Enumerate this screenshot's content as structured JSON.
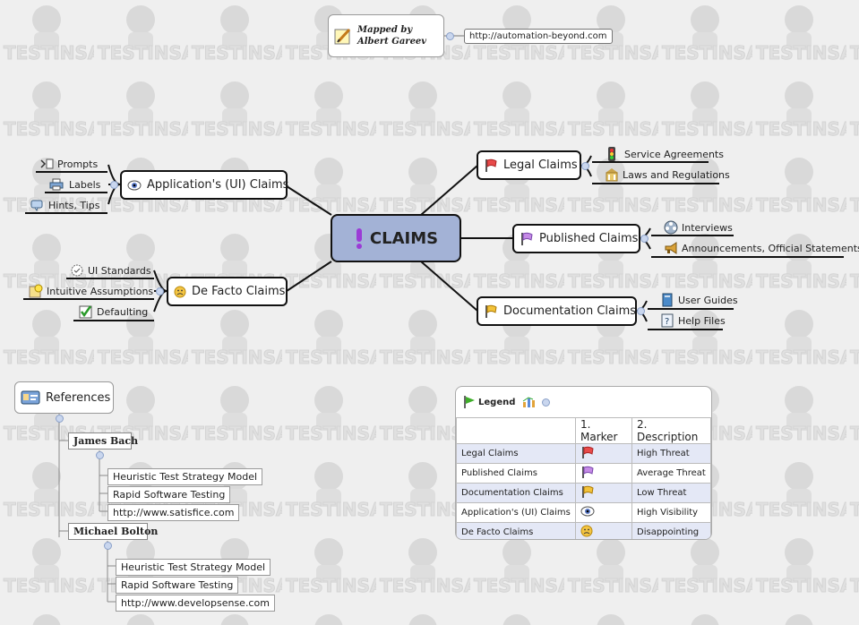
{
  "watermark": "TESTINSANE",
  "note": {
    "text": "Mapped by Albert Gareev",
    "link": "http://automation-beyond.com"
  },
  "central": {
    "label": "CLAIMS",
    "icon": "exclamation-icon"
  },
  "branches": {
    "legal": {
      "label": "Legal Claims",
      "icon": "red-flag-icon",
      "children": [
        {
          "label": "Service Agreements",
          "icon": "traffic-light-icon"
        },
        {
          "label": "Laws and Regulations",
          "icon": "building-icon"
        }
      ]
    },
    "published": {
      "label": "Published Claims",
      "icon": "purple-flag-icon",
      "children": [
        {
          "label": "Interviews",
          "icon": "film-reel-icon"
        },
        {
          "label": "Announcements, Official Statements",
          "icon": "megaphone-icon"
        }
      ]
    },
    "documentation": {
      "label": "Documentation Claims",
      "icon": "yellow-flag-icon",
      "children": [
        {
          "label": "User Guides",
          "icon": "book-icon"
        },
        {
          "label": "Help Files",
          "icon": "help-icon"
        }
      ]
    },
    "ui": {
      "label": "Application's (UI) Claims",
      "icon": "eye-icon",
      "children": [
        {
          "label": "Prompts",
          "icon": "prompt-icon"
        },
        {
          "label": "Labels",
          "icon": "printer-icon"
        },
        {
          "label": "Hints, Tips",
          "icon": "hint-icon"
        }
      ]
    },
    "defacto": {
      "label": "De Facto Claims",
      "icon": "sad-face-icon",
      "children": [
        {
          "label": "UI Standards",
          "icon": "stamp-icon"
        },
        {
          "label": "Intuitive Assumptions",
          "icon": "idea-icon"
        },
        {
          "label": "Defaulting",
          "icon": "checkmark-icon"
        }
      ]
    }
  },
  "references": {
    "title": "References",
    "people": [
      {
        "name": "James Bach",
        "items": [
          "Heuristic Test Strategy Model",
          "Rapid Software Testing",
          "http://www.satisfice.com"
        ]
      },
      {
        "name": "Michael Bolton",
        "items": [
          "Heuristic Test Strategy Model",
          "Rapid Software Testing",
          "http://www.developsense.com"
        ]
      }
    ]
  },
  "legend": {
    "title": "Legend",
    "col1": "1. Marker",
    "col2": "2. Description",
    "rows": [
      {
        "label": "Legal Claims",
        "marker": "red-flag-icon",
        "description": "High Threat"
      },
      {
        "label": "Published Claims",
        "marker": "purple-flag-icon",
        "description": "Average Threat"
      },
      {
        "label": "Documentation Claims",
        "marker": "yellow-flag-icon",
        "description": "Low Threat"
      },
      {
        "label": "Application's (UI) Claims",
        "marker": "eye-icon",
        "description": "High Visibility"
      },
      {
        "label": "De Facto Claims",
        "marker": "sad-face-icon",
        "description": "Disappointing"
      }
    ]
  },
  "colors": {
    "central_fill": "#a3b2d6",
    "red_flag": "#e84a4a",
    "purple_flag": "#c58ae6",
    "yellow_flag": "#f2c23a",
    "link_border": "#777777"
  }
}
